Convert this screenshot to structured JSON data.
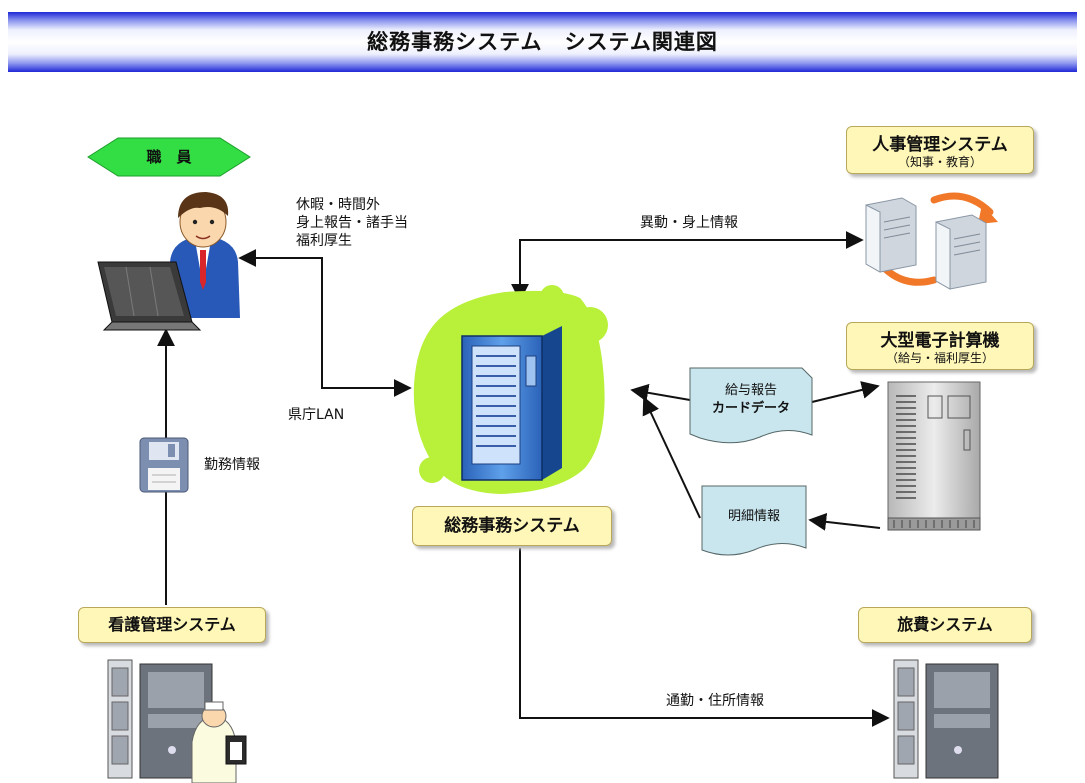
{
  "header": {
    "title": "総務事務システム　システム関連図"
  },
  "nodes": {
    "staff": {
      "label": "職　員"
    },
    "center": {
      "label": "総務事務システム"
    },
    "hr": {
      "title": "人事管理システム",
      "subtitle": "（知事・教育）"
    },
    "mainframe": {
      "title": "大型電子計算機",
      "subtitle": "（給与・福利厚生）"
    },
    "nursing": {
      "label": "看護管理システム"
    },
    "travel": {
      "label": "旅費システム"
    }
  },
  "documents": {
    "payroll": {
      "line1": "給与報告",
      "line2": "カードデータ"
    },
    "detail": {
      "label": "明細情報"
    }
  },
  "flows": {
    "staff_items": [
      "休暇・時間外",
      "身上報告・諸手当",
      "福利厚生"
    ],
    "lan": "県庁LAN",
    "attendance": "勤務情報",
    "transfer": "異動・身上情報",
    "commute": "通勤・住所情報"
  },
  "colors": {
    "banner_edge": "#1f28d6",
    "box_fill": "#fff7b8",
    "staff_tag": "#33dd44",
    "blob": "#b8f03a",
    "server_blue": "#3f7fd0",
    "document": "#c9e6ee",
    "arrow_orange": "#f07828"
  },
  "icons": [
    "staff-icon",
    "laptop-icon",
    "server-rack-icon",
    "server-pair-icon",
    "sync-arrows-icon",
    "mainframe-icon",
    "floppy-disk-icon",
    "pc-tower-icon",
    "nurse-icon",
    "document-icon"
  ]
}
